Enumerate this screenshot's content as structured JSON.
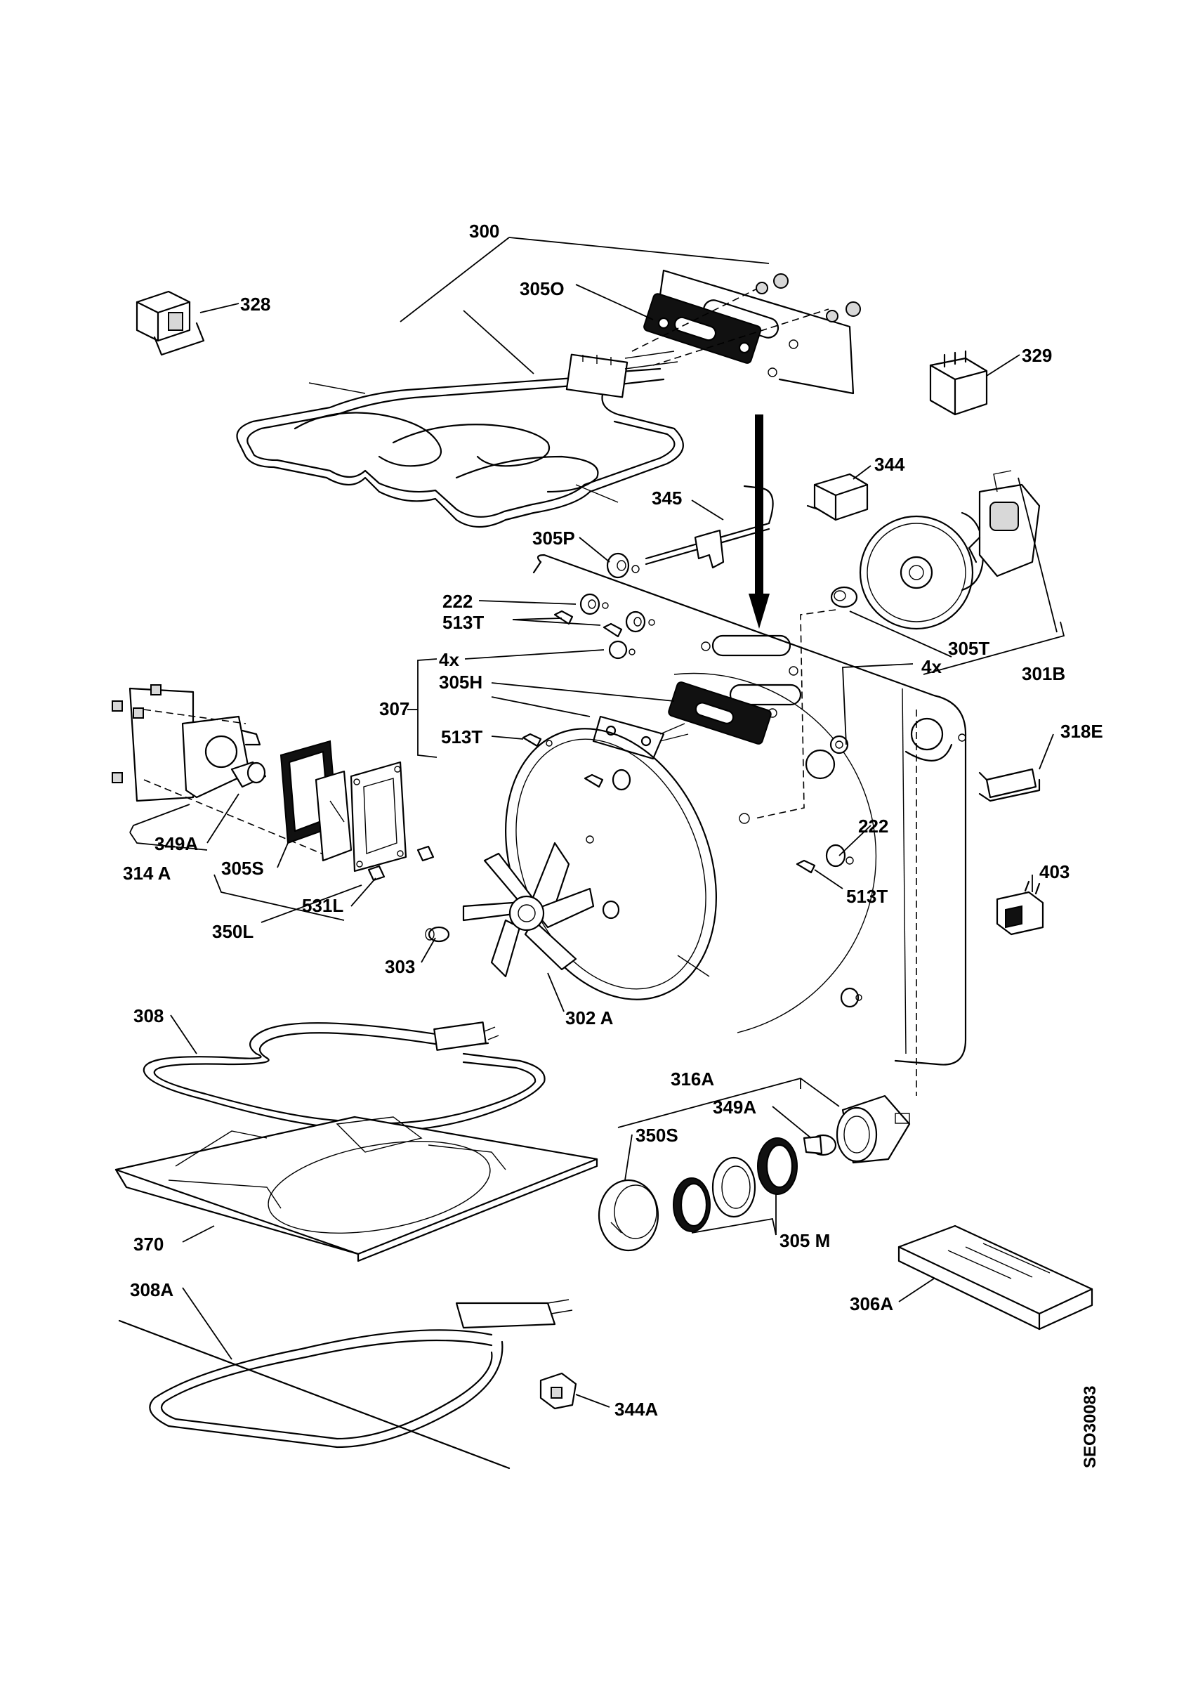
{
  "diagram_code": "SEO30083",
  "labels": {
    "p300": "300",
    "p328": "328",
    "p305O": "305O",
    "p329": "329",
    "p344": "344",
    "p345": "345",
    "p305P": "305P",
    "p222a": "222",
    "p513Ta": "513T",
    "p4xa": "4x",
    "p305H": "305H",
    "p307": "307",
    "p513Tb": "513T",
    "p305T": "305T",
    "p4xb": "4x",
    "p301B": "301B",
    "p318E": "318E",
    "p349Aa": "349A",
    "p314A": "314 A",
    "p305S": "305S",
    "p531L": "531L",
    "p350L": "350L",
    "p222b": "222",
    "p513Tc": "513T",
    "p403": "403",
    "p303": "303",
    "p302A": "302 A",
    "p308": "308",
    "p316A": "316A",
    "p349Ab": "349A",
    "p350S": "350S",
    "p370": "370",
    "p305M": "305 M",
    "p306A": "306A",
    "p308A": "308A",
    "p344A": "344A"
  }
}
